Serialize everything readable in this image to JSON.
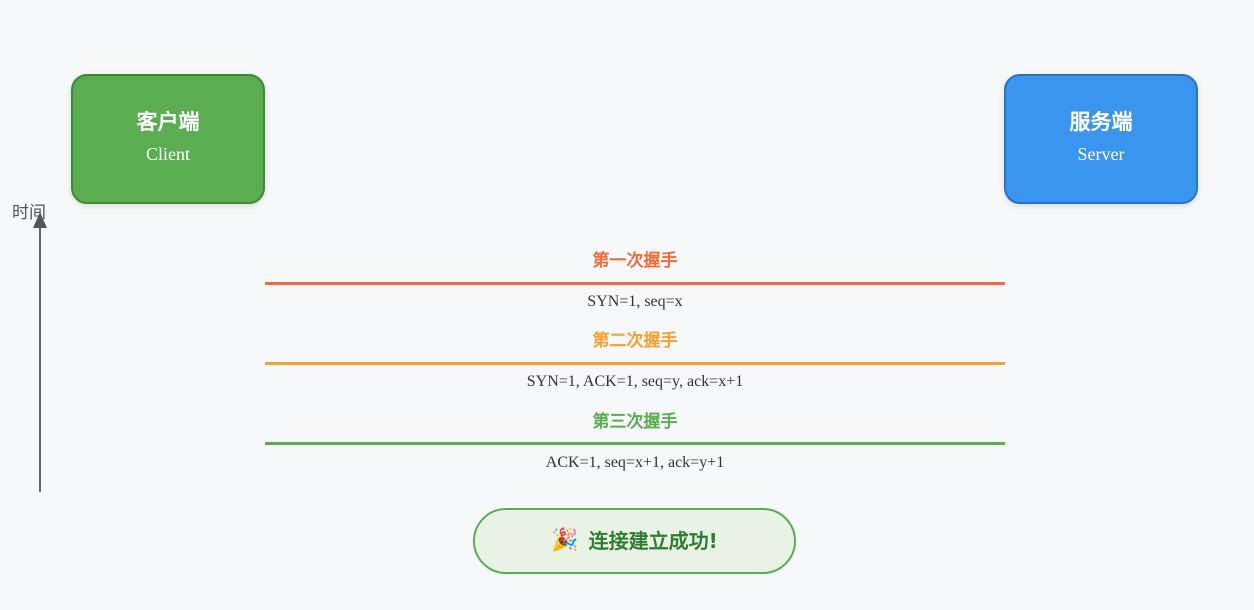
{
  "client": {
    "title": "客户端",
    "subtitle": "Client",
    "color": "#5aad50"
  },
  "server": {
    "title": "服务端",
    "subtitle": "Server",
    "color": "#3a95ef"
  },
  "time_axis": {
    "label": "时间"
  },
  "steps": [
    {
      "title": "第一次握手",
      "message": "SYN=1, seq=x",
      "color": "#f26b3a"
    },
    {
      "title": "第二次握手",
      "message": "SYN=1, ACK=1, seq=y, ack=x+1",
      "color": "#f5a031"
    },
    {
      "title": "第三次握手",
      "message": "ACK=1, seq=x+1, ack=y+1",
      "color": "#5aad50"
    }
  ],
  "result": {
    "icon": "party-popper-icon",
    "icon_glyph": "🎉",
    "text": "连接建立成功!"
  }
}
